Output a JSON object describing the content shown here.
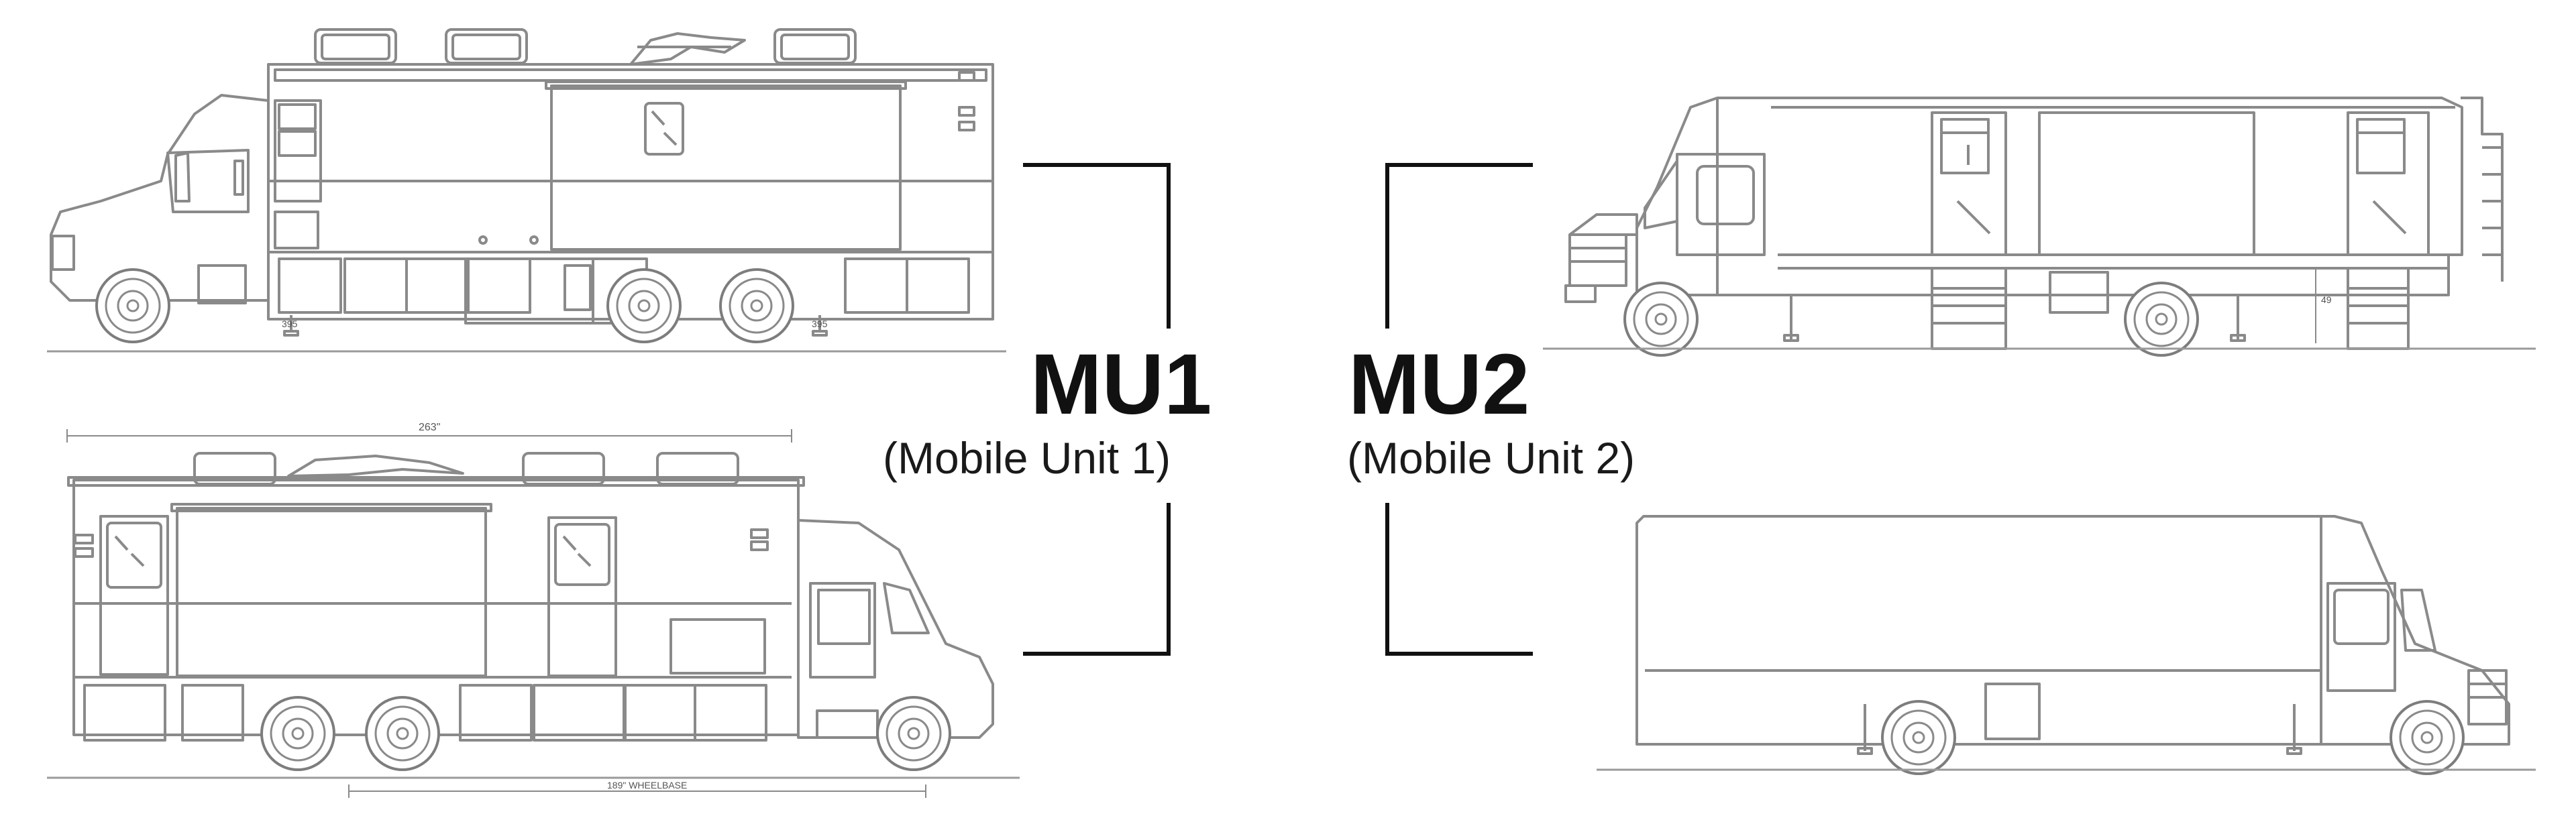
{
  "mu1": {
    "code": "MU1",
    "name": "(Mobile Unit 1)",
    "dim_length": "263\"",
    "dim_wheelbase": "189\" WHEELBASE",
    "dim_clearance_a": "395",
    "dim_clearance_b": "395"
  },
  "mu2": {
    "code": "MU2",
    "name": "(Mobile Unit 2)",
    "dim_height": "49"
  },
  "colors": {
    "line": "#8a8a8a",
    "bracket": "#111111",
    "ground": "#9a9a9a"
  }
}
